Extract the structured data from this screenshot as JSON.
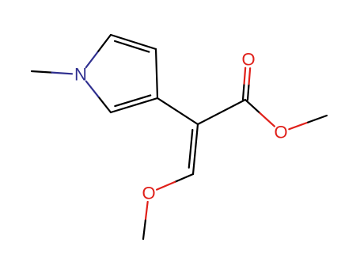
{
  "molecule": {
    "colors": {
      "carbon": "#000000",
      "nitrogen": "#2f2f8f",
      "oxygen": "#e0201a"
    },
    "atoms": {
      "n1": {
        "label": "N",
        "element": "nitrogen"
      },
      "o_carbonyl": {
        "label": "O",
        "element": "oxygen"
      },
      "o_ester": {
        "label": "O",
        "element": "oxygen"
      },
      "o_methoxy": {
        "label": "O",
        "element": "oxygen"
      }
    }
  }
}
